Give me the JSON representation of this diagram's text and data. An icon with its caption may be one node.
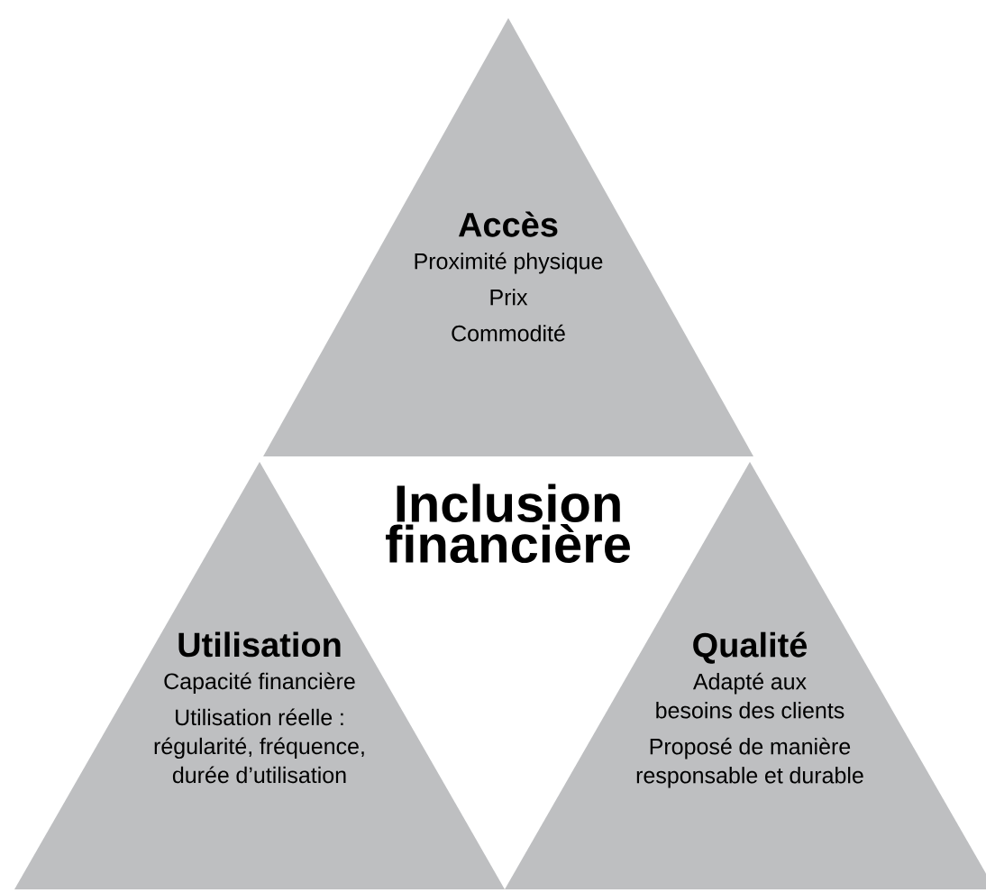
{
  "diagram": {
    "nodes": [
      {
        "text": [
          "Accès",
          "Proximité physique",
          "Prix",
          "Commodité"
        ]
      },
      {
        "text": [
          "Utilisation",
          "Capacité financière",
          "Utilisation réelle : régularité, fréquence, durée d’utilisation"
        ]
      },
      {
        "text": [
          "Qualité",
          "Adapté aux besoins des clients",
          "Proposé de manière responsable et durable"
        ]
      }
    ],
    "labels": [
      "Inclusion financière"
    ]
  }
}
